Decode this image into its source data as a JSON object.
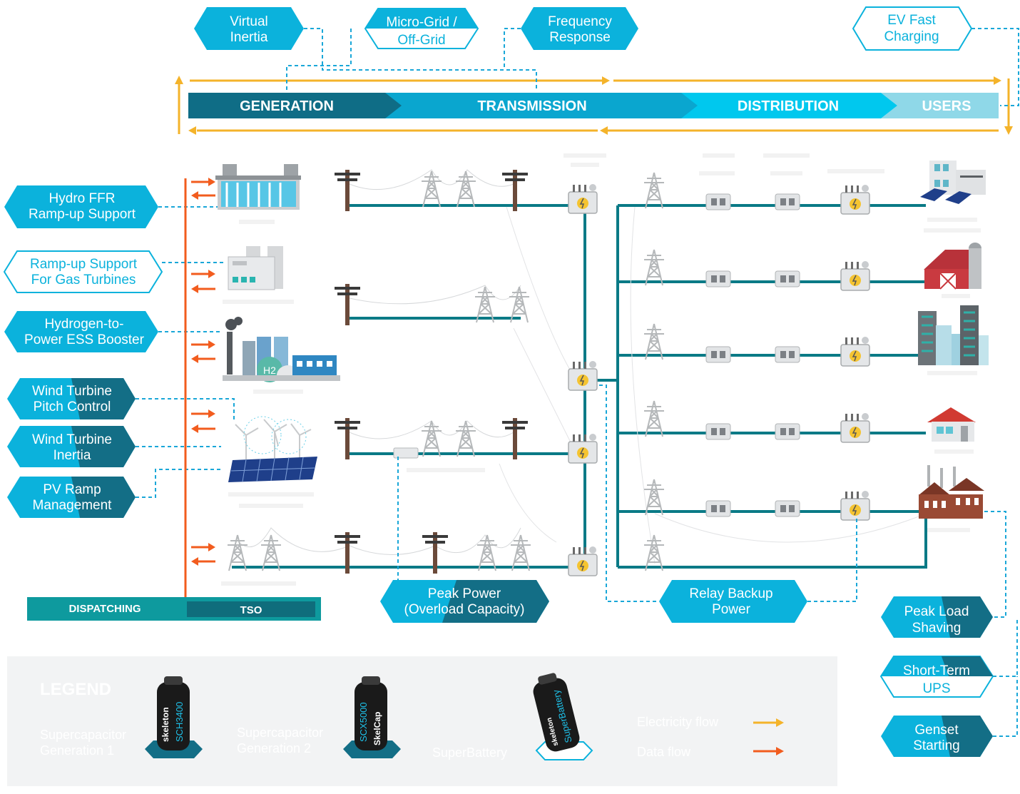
{
  "colors": {
    "teal_line": "#0a7a86",
    "hex_cyan": "#0bb2dc",
    "hex_dark": "#136e86",
    "electricity_flow": "#f4b32a",
    "data_flow": "#f25c1e",
    "dash_line": "#1aa7d8",
    "dispatch_bar": "#0e9a9e",
    "tso_box": "#0f6d7c"
  },
  "top_hexes": {
    "virtual_inertia": [
      "Virtual",
      "Inertia"
    ],
    "micro_grid": [
      "Micro-Grid /",
      "Off-Grid"
    ],
    "frequency_response": [
      "Frequency",
      "Response"
    ],
    "ev_fast_charging": [
      "EV Fast",
      "Charging"
    ]
  },
  "stages": {
    "generation": "GENERATION",
    "transmission": "TRANSMISSION",
    "distribution": "DISTRIBUTION",
    "users": "USERS"
  },
  "left_hexes": {
    "hydro_ffr": [
      "Hydro FFR",
      "Ramp-up Support"
    ],
    "gas_turbines": [
      "Ramp-up Support",
      "For Gas Turbines"
    ],
    "hydrogen": [
      "Hydrogen-to-",
      "Power ESS Booster"
    ],
    "wind_pitch": [
      "Wind Turbine",
      "Pitch Control"
    ],
    "wind_inertia": [
      "Wind Turbine",
      "Inertia"
    ],
    "pv_ramp": [
      "PV Ramp",
      "Management"
    ]
  },
  "plant_label_h2": "H2",
  "dispatch": {
    "dispatching": "DISPATCHING",
    "tso": "TSO"
  },
  "bottom_hexes": {
    "peak_power": [
      "Peak Power",
      "(Overload Capacity)"
    ],
    "relay_backup": [
      "Relay Backup",
      "Power"
    ]
  },
  "right_hexes": {
    "peak_load": [
      "Peak Load",
      "Shaving"
    ],
    "short_term_ups": [
      "Short-Term",
      "UPS"
    ],
    "genset": [
      "Genset",
      "Starting"
    ]
  },
  "legend": {
    "title": "LEGEND",
    "gen1": [
      "Supercapacitor",
      "Generation 1"
    ],
    "gen2": [
      "Supercapacitor",
      "Generation 2"
    ],
    "superbattery": "SuperBattery",
    "electricity_flow": "Electricity flow",
    "data_flow": "Data flow",
    "cell1_brand": "skeleton",
    "cell1_model": "SCH3400",
    "cell2_model": "SCX5000",
    "cell2_brand": "SkelCap",
    "cell3_brand": "skeleton",
    "cell3_model": "SuperBattery"
  }
}
